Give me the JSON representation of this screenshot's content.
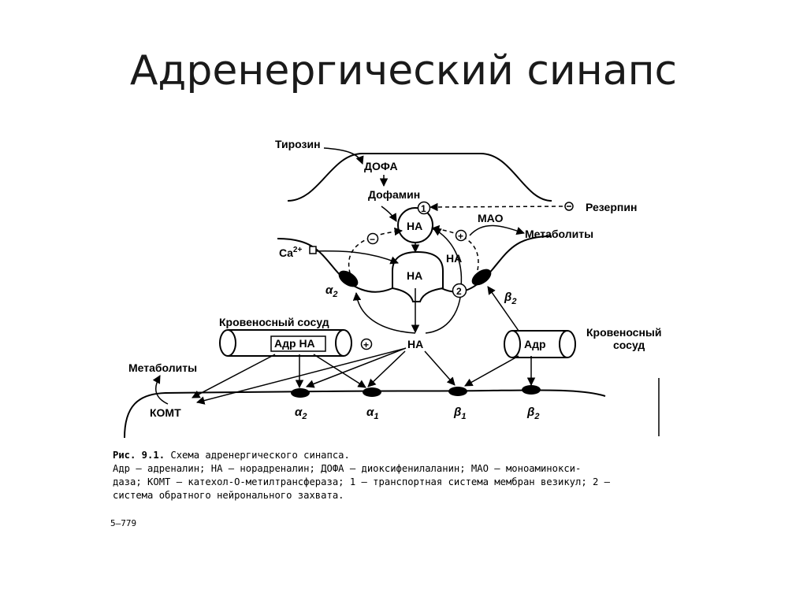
{
  "slide": {
    "title": "Адренергический синапс"
  },
  "diagram": {
    "labels": {
      "tyrosine": "Тирозин",
      "dopa": "ДОФА",
      "dopamine": "Дофамин",
      "na_vesicle": "НА",
      "na_release": "НА",
      "na_cleft": "НА",
      "na_reuptake": "НА",
      "reserpine": "Резерпин",
      "mao": "МАО",
      "metabolites_right": "Метаболиты",
      "calcium": "Ca",
      "calcium_sup": "2+",
      "alpha2_presyn": "α",
      "alpha2_presyn_sub": "2",
      "beta2_presyn": "β",
      "beta2_presyn_sub": "2",
      "blood_vessel_left": "Кровеносный сосуд",
      "blood_vessel_left_content": "Адр НА",
      "blood_vessel_right_line1": "Кровеносный",
      "blood_vessel_right_line2": "сосуд",
      "blood_vessel_right_content": "Адр",
      "metabolites_left": "Метаболиты",
      "comt": "КОМТ",
      "receptor_alpha2": "α",
      "receptor_alpha2_sub": "2",
      "receptor_alpha1": "α",
      "receptor_alpha1_sub": "1",
      "receptor_beta1": "β",
      "receptor_beta1_sub": "1",
      "receptor_beta2": "β",
      "receptor_beta2_sub": "2",
      "marker_1": "1",
      "marker_2": "2",
      "sign_minus": "−",
      "sign_plus": "+"
    }
  },
  "caption": {
    "figure_number": "Рис. 9.1.",
    "title": " Схема адренергического синапса.",
    "line2": "Адр – адреналин; НА – норадреналин; ДОФА – диоксифенилаланин; МАО – моноаминокси-",
    "line3": "даза; КОМТ – катехол-О-метилтрансфераза; 1 – транспортная система мембран везикул; 2 –",
    "line4": "система обратного нейронального захвата."
  },
  "page_number": "5—779"
}
